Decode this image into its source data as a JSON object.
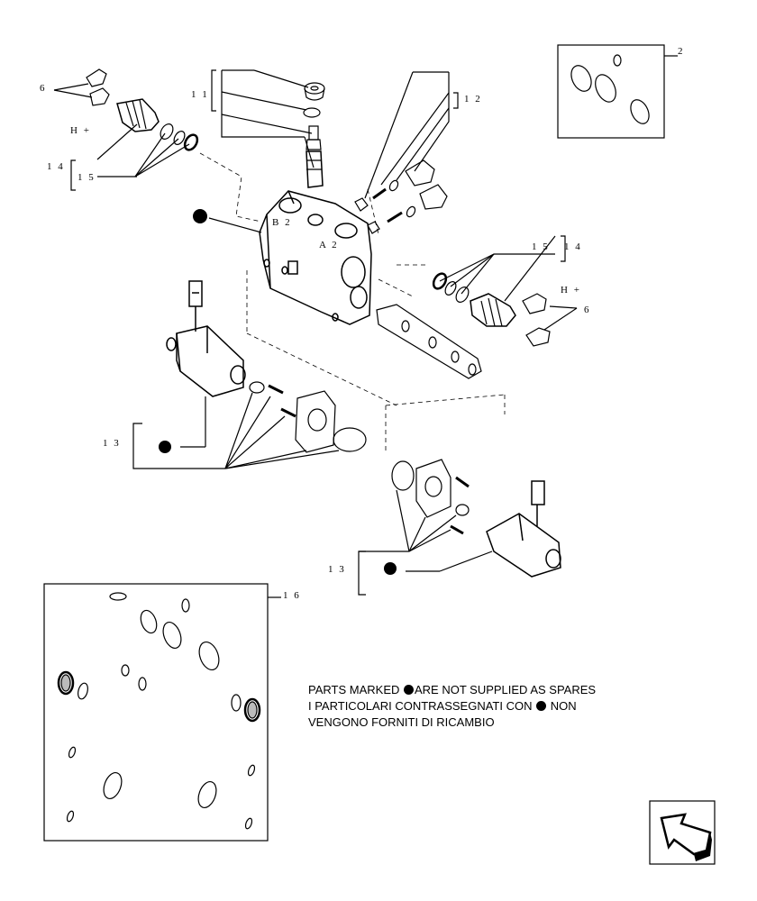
{
  "labels": {
    "ref_2": "2",
    "ref_6_top": "6",
    "ref_6_right": "6",
    "ref_11": "1 1",
    "ref_12": "1 2",
    "ref_13_left": "1 3",
    "ref_13_right": "1 3",
    "ref_14_left": "1 4",
    "ref_14_right": "1 4",
    "ref_15_left": "1 5",
    "ref_15_right": "1 5",
    "ref_16": "1 6",
    "h_plus_left": "H +",
    "h_plus_right": "H +",
    "port_b2": "B 2",
    "port_a2": "A 2"
  },
  "note": {
    "line1_before": "PARTS MARKED ",
    "line1_after": "ARE NOT SUPPLIED AS SPARES",
    "line2_before": "I PARTICOLARI CONTRASSEGNATI CON ",
    "line2_after": " NON",
    "line3": "VENGONO FORNITI DI RICAMBIO"
  },
  "icons": {
    "nav": "next-page-arrow-icon",
    "marker": "filled-dot-marker-icon"
  }
}
